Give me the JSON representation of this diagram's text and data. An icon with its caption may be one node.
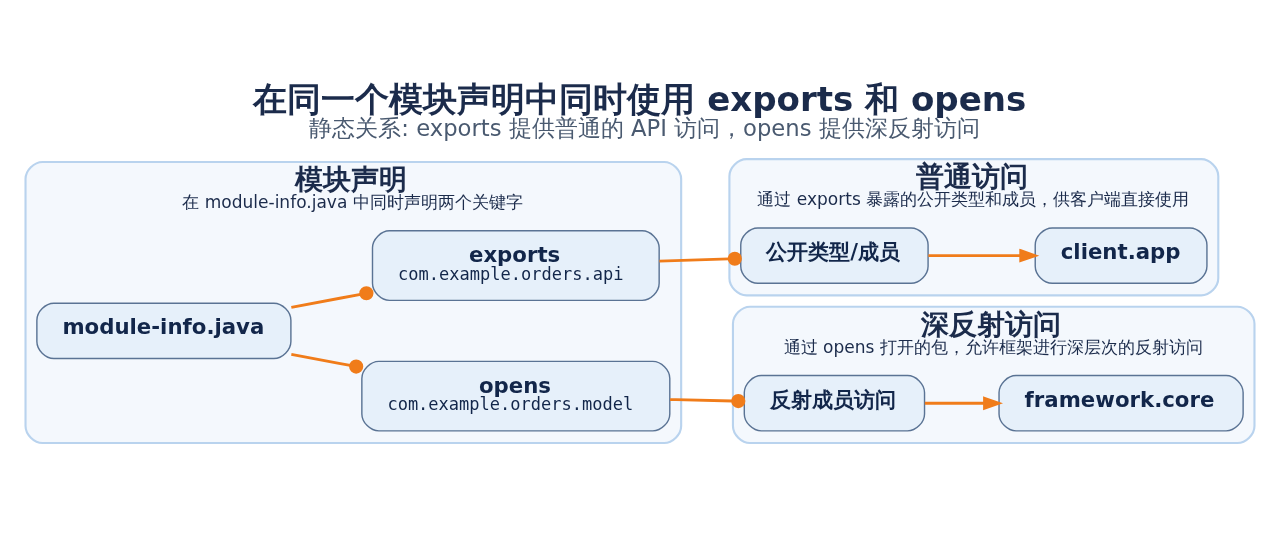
{
  "diagram": {
    "title": "在同一个模块声明中同时使用 exports 和 opens",
    "caption": "静态关系: exports 提供普通的 API 访问，opens 提供深反射访问",
    "nodes": [
      {
        "text": [
          "模块声明",
          "在 module-info.java 中同时声明两个关键字"
        ]
      },
      {
        "text": [
          "module-info.java"
        ],
        "in": 0
      },
      {
        "text": [
          "exports",
          "com.example.orders.api"
        ],
        "in": 0
      },
      {
        "text": [
          "opens",
          "com.example.orders.model"
        ],
        "in": 0
      },
      {
        "text": [
          "普通访问",
          "通过 exports 暴露的公开类型和成员，供客户端直接使用"
        ]
      },
      {
        "text": [
          "公开类型/成员"
        ],
        "in": 4
      },
      {
        "text": [
          "client.app"
        ],
        "in": 4
      },
      {
        "text": [
          "深反射访问",
          "通过 opens 打开的包，允许框架进行深层次的反射访问"
        ]
      },
      {
        "text": [
          "反射成员访问"
        ],
        "in": 7
      },
      {
        "text": [
          "framework.core"
        ],
        "in": 7
      }
    ],
    "edges": [
      {
        "from": 1,
        "to": 2,
        "arrow": "other"
      },
      {
        "from": 1,
        "to": 3,
        "arrow": "other"
      },
      {
        "from": 2,
        "to": 5,
        "arrow": "other"
      },
      {
        "from": 5,
        "to": 6,
        "arrow": "to"
      },
      {
        "from": 3,
        "to": 8,
        "arrow": "other"
      },
      {
        "from": 8,
        "to": 9,
        "arrow": "to"
      }
    ]
  }
}
